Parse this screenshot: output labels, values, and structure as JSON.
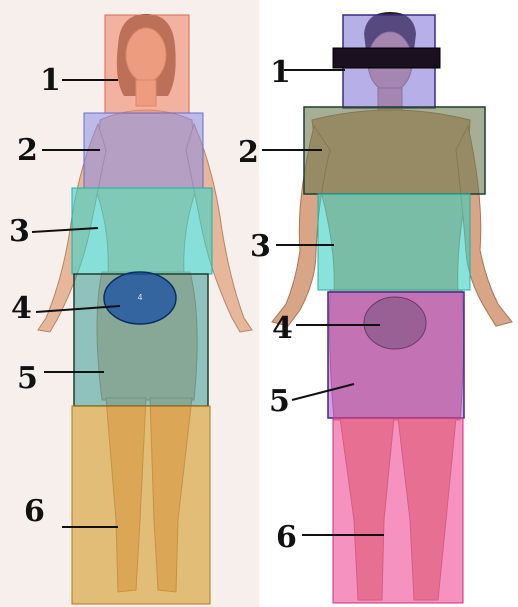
{
  "female": {
    "labels": [
      "1",
      "2",
      "3",
      "4",
      "5",
      "6"
    ],
    "region_colors": [
      "#f08a70",
      "#8c8ee6",
      "#33d6cc",
      "#1a4fa0",
      "#3a9c96",
      "#d49b2a"
    ]
  },
  "male": {
    "labels": [
      "1",
      "2",
      "3",
      "4",
      "5",
      "6"
    ],
    "region_colors": [
      "#7a6ed6",
      "#6b7a4e",
      "#33cfc0",
      "#8a5a8a",
      "#b24ad8",
      "#f04f9a"
    ]
  },
  "colors": {
    "leader": "#111111",
    "outline_dark": "#1f3f2f",
    "outline_purple": "#3a2a8a"
  }
}
